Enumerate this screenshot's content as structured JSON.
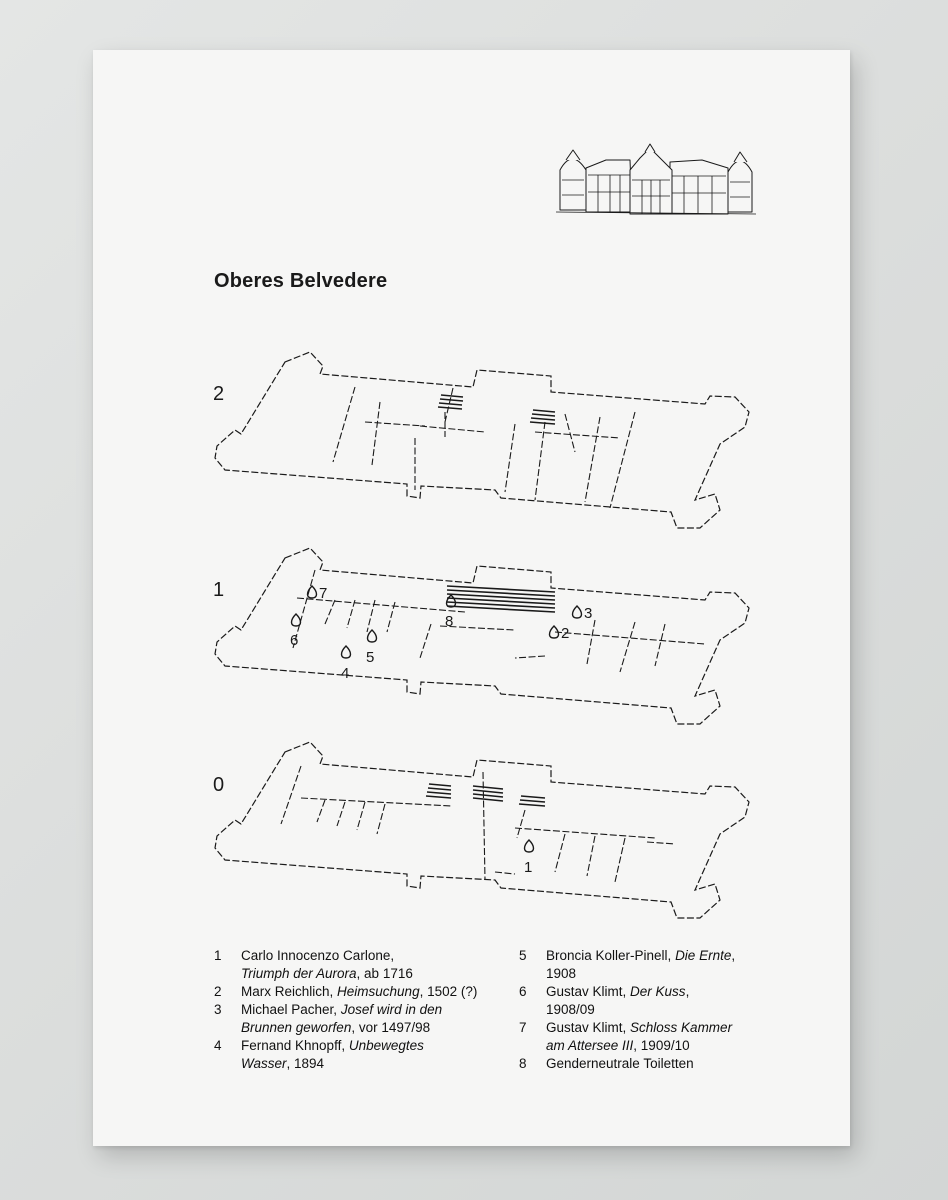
{
  "title": "Oberes Belvedere",
  "floors": [
    "2",
    "1",
    "0"
  ],
  "markers": [
    "1",
    "2",
    "3",
    "4",
    "5",
    "6",
    "7",
    "8"
  ],
  "legend": {
    "left": [
      {
        "num": "1",
        "l1a": "Carlo Innocenzo Carlone,",
        "l1i": "",
        "l1b": "",
        "l2a": "",
        "l2i": "Triumph der Aurora",
        "l2b": ", ab 1716"
      },
      {
        "num": "2",
        "l1a": "Marx Reichlich, ",
        "l1i": "Heimsuchung",
        "l1b": ", 1502 (?)",
        "l2a": "",
        "l2i": "",
        "l2b": ""
      },
      {
        "num": "3",
        "l1a": "Michael Pacher, ",
        "l1i": "Josef wird in den",
        "l1b": "",
        "l2a": "",
        "l2i": "Brunnen geworfen",
        "l2b": ", vor 1497/98"
      },
      {
        "num": "4",
        "l1a": "Fernand Khnopff, ",
        "l1i": "Unbewegtes",
        "l1b": "",
        "l2a": "",
        "l2i": "Wasser",
        "l2b": ", 1894"
      }
    ],
    "right": [
      {
        "num": "5",
        "l1a": "Broncia Koller-Pinell, ",
        "l1i": "Die Ernte",
        "l1b": ",",
        "l2a": "1908",
        "l2i": "",
        "l2b": ""
      },
      {
        "num": "6",
        "l1a": "Gustav Klimt, ",
        "l1i": "Der Kuss",
        "l1b": ",",
        "l2a": "1908/09",
        "l2i": "",
        "l2b": ""
      },
      {
        "num": "7",
        "l1a": "Gustav Klimt, ",
        "l1i": "Schloss Kammer",
        "l1b": "",
        "l2a": "",
        "l2i": "am Attersee III",
        "l2b": ", 1909/10"
      },
      {
        "num": "8",
        "l1a": "Genderneutrale Toiletten",
        "l1i": "",
        "l1b": "",
        "l2a": "",
        "l2i": "",
        "l2b": ""
      }
    ]
  }
}
